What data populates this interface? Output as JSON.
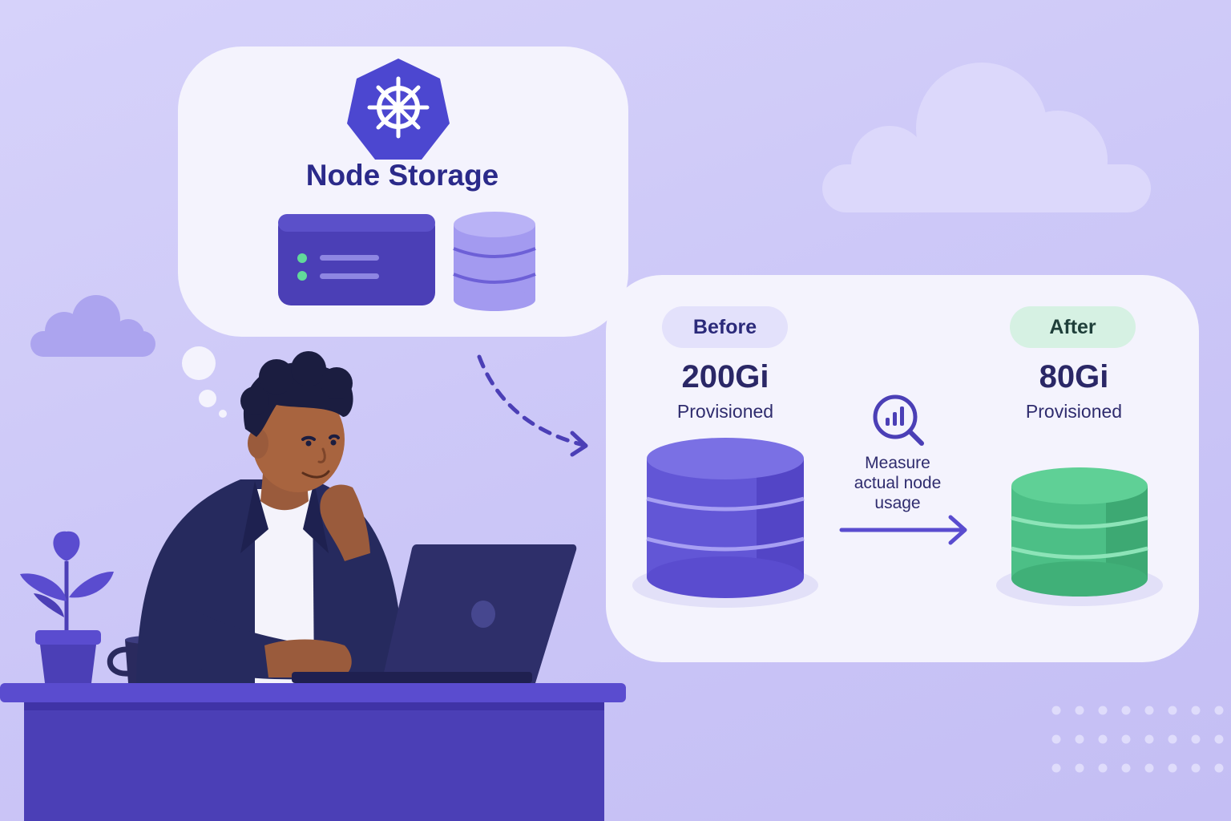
{
  "node_storage": {
    "title": "Node Storage",
    "icon": "kubernetes-helm-icon"
  },
  "before": {
    "label": "Before",
    "size": "200Gi",
    "caption": "Provisioned"
  },
  "after": {
    "label": "After",
    "size": "80Gi",
    "caption": "Provisioned"
  },
  "process": {
    "lines": [
      "Measure",
      "actual node",
      "usage"
    ],
    "icon": "magnifier-chart-icon"
  },
  "colors": {
    "background": "#cbc6f7",
    "accent_purple": "#4f46c8",
    "accent_green": "#3fb57d",
    "text_dark": "#2b2a8a"
  }
}
